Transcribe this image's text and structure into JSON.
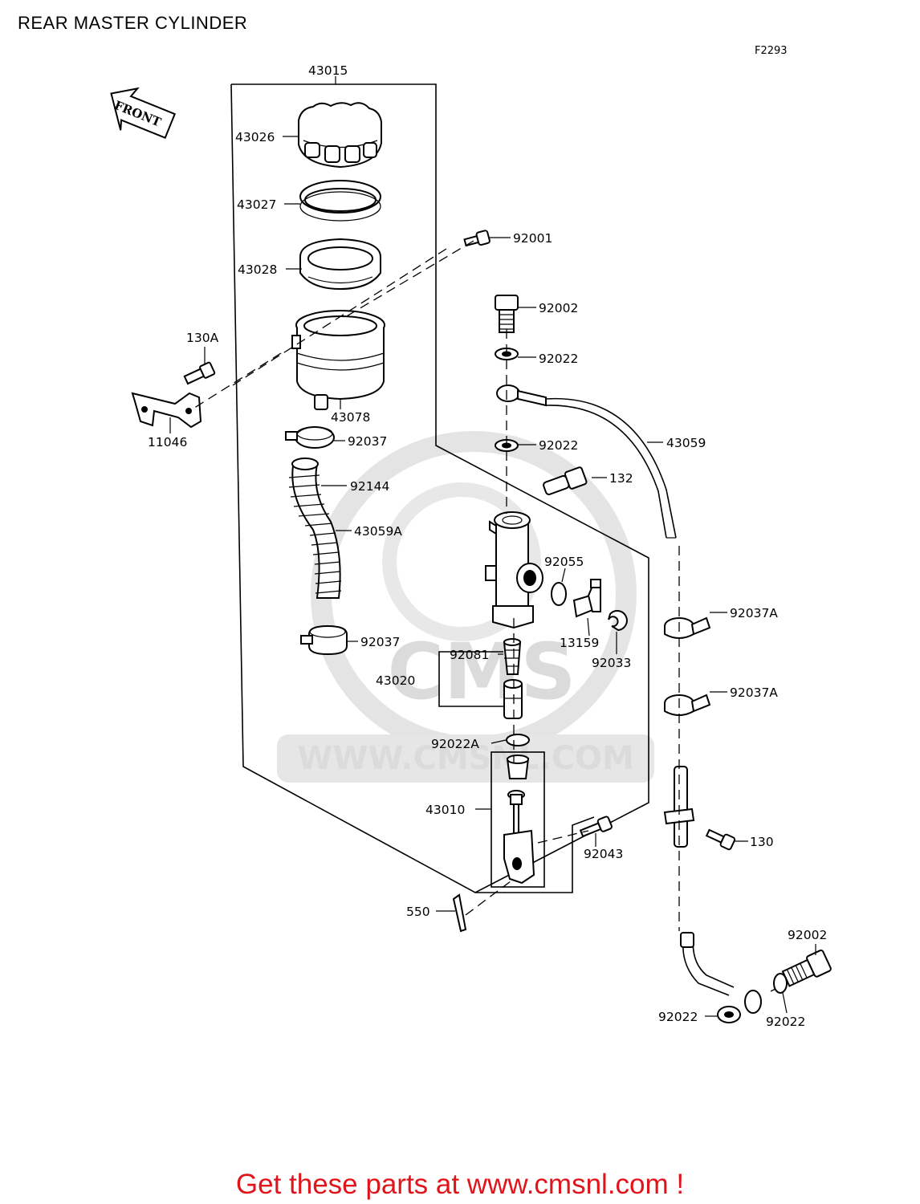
{
  "title": "REAR MASTER CYLINDER",
  "diagram_code": "F2293",
  "front_arrow": "FRONT",
  "watermark": "WWW.CMSNL.COM",
  "labels": {
    "l43015": "43015",
    "l43026": "43026",
    "l43027": "43027",
    "l43028": "43028",
    "l92001": "92001",
    "l92002a": "92002",
    "l92022a": "92022",
    "l130A": "130A",
    "l11046": "11046",
    "l43078": "43078",
    "l92037a": "92037",
    "l92022b": "92022",
    "l43059": "43059",
    "l92144": "92144",
    "l132": "132",
    "l43059A": "43059A",
    "l92055": "92055",
    "l92037Aa": "92037A",
    "l13159": "13159",
    "l92037b": "92037",
    "l92081": "92081",
    "l92033": "92033",
    "l43020": "43020",
    "l92037Ab": "92037A",
    "l92022A": "92022A",
    "l43010": "43010",
    "l130": "130",
    "l92043": "92043",
    "l550": "550",
    "l92002b": "92002",
    "l92022c": "92022",
    "l92022d": "92022"
  },
  "footer": "Get these parts at www.cmsnl.com !"
}
